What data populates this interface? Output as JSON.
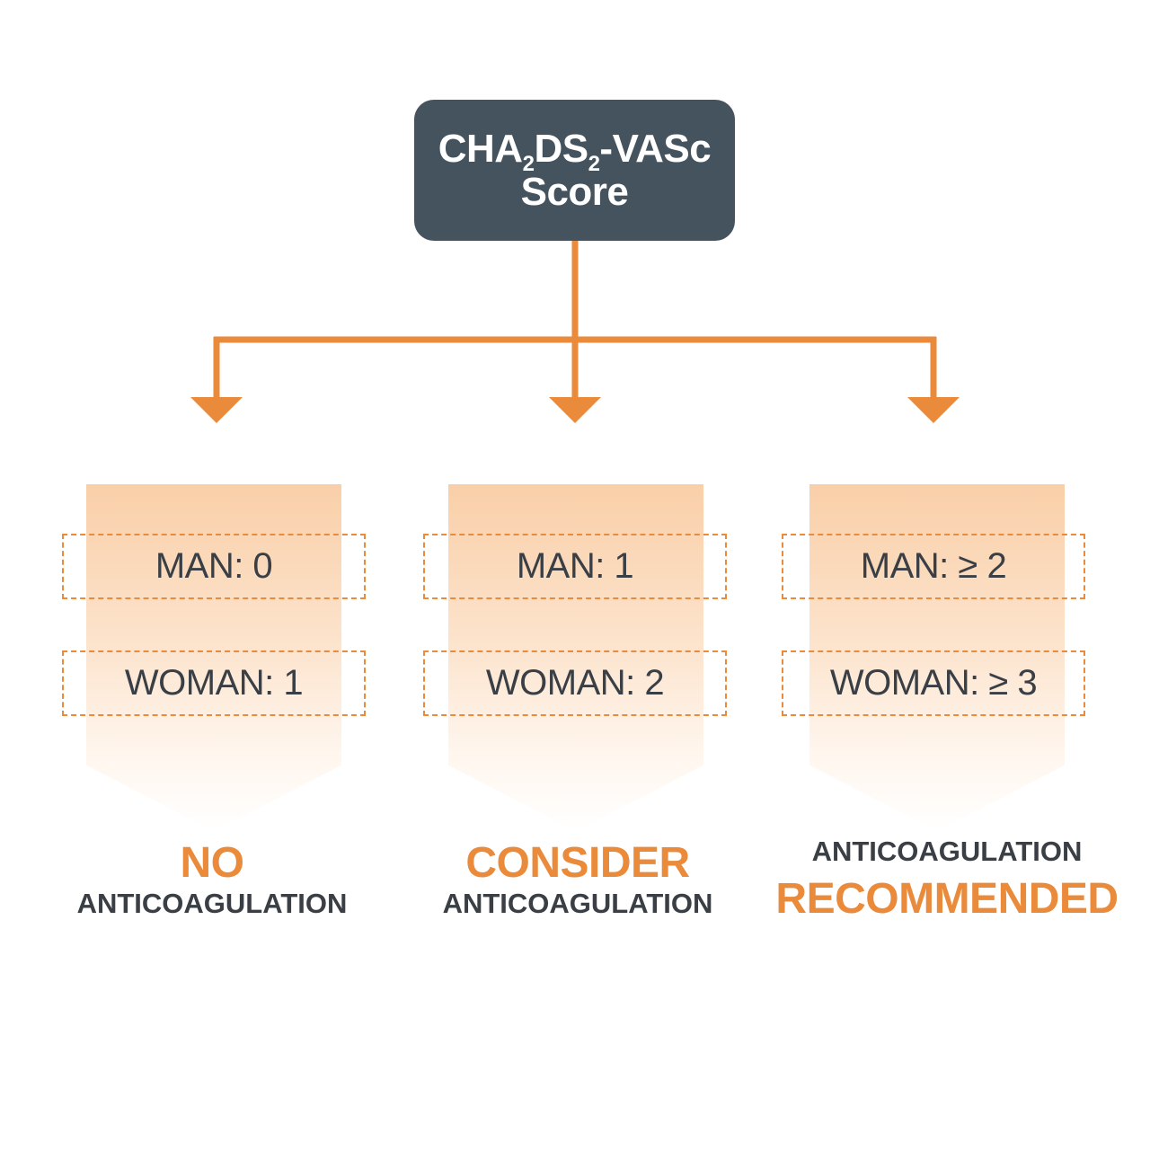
{
  "root": {
    "prefix": "CHA",
    "sub1": "2",
    "middle": "DS",
    "sub2": "2",
    "suffix": "-VASc",
    "line2": "Score"
  },
  "columns": [
    {
      "man": "MAN: 0",
      "woman": "WOMAN: 1",
      "emphasis": "NO",
      "detail": "ANTICOAGULATION"
    },
    {
      "man": "MAN: 1",
      "woman": "WOMAN: 2",
      "emphasis": "CONSIDER",
      "detail": "ANTICOAGULATION"
    },
    {
      "man": "MAN: ≥ 2",
      "woman": "WOMAN: ≥ 3",
      "emphasis": "RECOMMENDED",
      "detail": "ANTICOAGULATION"
    }
  ],
  "colors": {
    "accent": "#ea8a3b",
    "root_box": "#45535e",
    "text_dark": "#3a3f45"
  }
}
